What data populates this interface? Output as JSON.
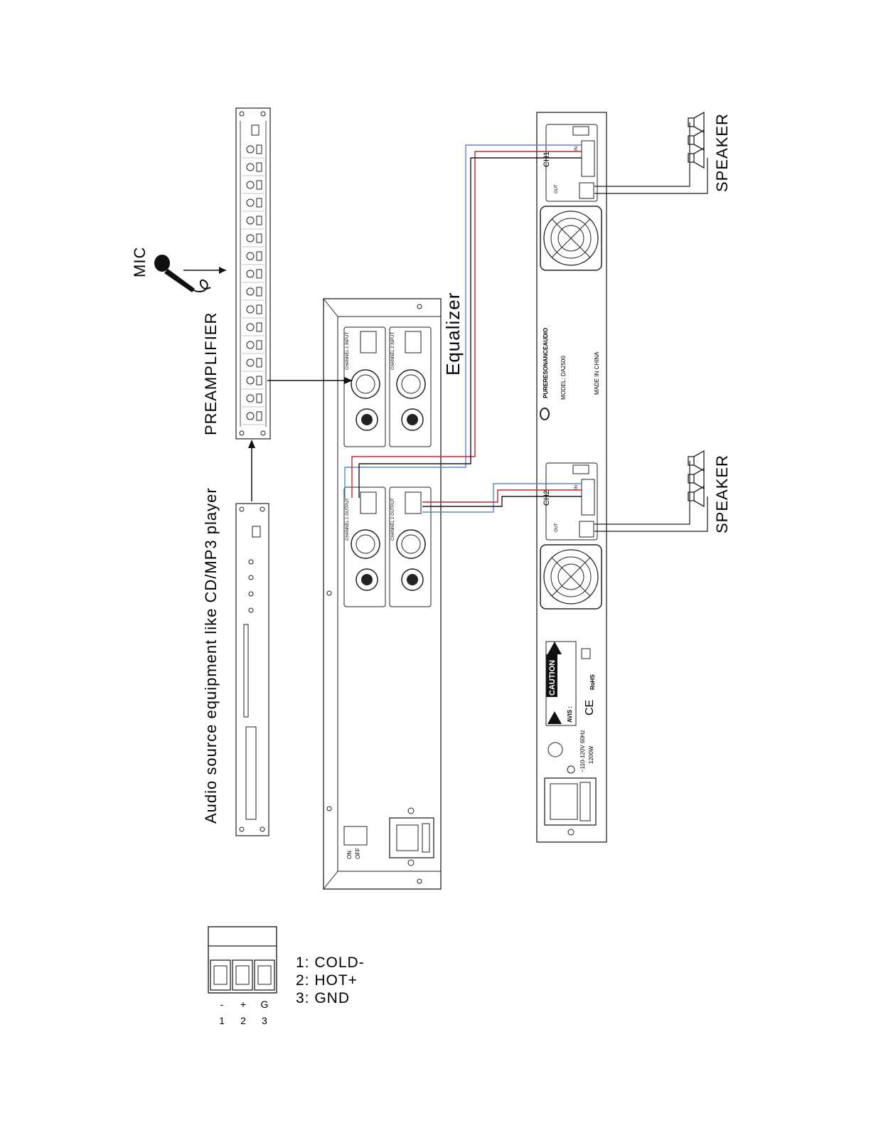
{
  "labels": {
    "mic": "MIC",
    "preamplifier": "PREAMPLIFIER",
    "audio_source": "Audio source equipment like CD/MP3 player",
    "equalizer": "Equalizer",
    "speaker_top": "SPEAKER",
    "speaker_bottom": "SPEAKER"
  },
  "equalizer_panel": {
    "ch1_input": "CHANNEL 1 INPUT",
    "ch2_input": "CHANNEL 2 INPUT",
    "ch1_output": "CHANNEL 1 OUTPUT",
    "ch2_output": "CHANNEL 2 OUTPUT",
    "on": "ON",
    "off": "OFF"
  },
  "amplifier_panel": {
    "ch1": "CH1",
    "ch2": "CH2",
    "in": "IN",
    "out": "OUT",
    "brand": "PURERESONANCEAUDIO",
    "model": "MODEL: DA2500",
    "made_in": "MADE IN CHINA",
    "caution": "CAUTION",
    "avis": "AVIS :",
    "ce": "CE",
    "rohs": "RoHS",
    "power_rating": "~110-120V 60Hz",
    "power_watts": "1200W"
  },
  "pinout": {
    "symbols": [
      "-",
      "+",
      "G"
    ],
    "numbers": [
      "1",
      "2",
      "3"
    ],
    "legend": [
      "1: COLD-",
      "2: HOT+",
      "3: GND"
    ]
  },
  "colors": {
    "line": "#1a1a1a",
    "hot_wire": "#d0202a",
    "cold_wire": "#5b86c6",
    "gnd_wire": "#1a1a1a"
  }
}
